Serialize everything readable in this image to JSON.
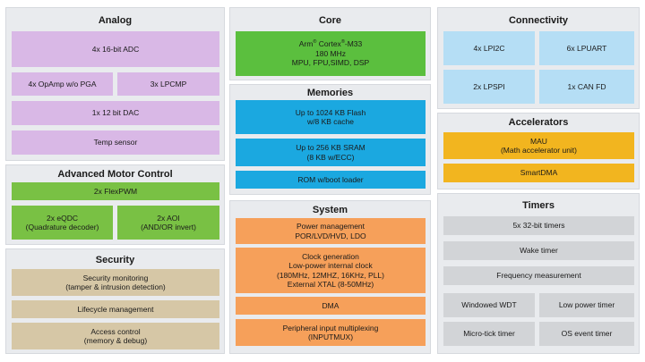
{
  "analog": {
    "title": "Analog",
    "adc": "4x 16-bit ADC",
    "opamp": "4x OpAmp w/o PGA",
    "lpcmp": "3x LPCMP",
    "dac": "1x 12 bit DAC",
    "temp": "Temp sensor"
  },
  "motor": {
    "title": "Advanced Motor Control",
    "flexpwm": "2x FlexPWM",
    "eqdc": "2x eQDC\n(Quadrature decoder)",
    "aoi": "2x AOI\n(AND/OR invert)"
  },
  "security": {
    "title": "Security",
    "monitoring": "Security monitoring\n(tamper & intrusion detection)",
    "lifecycle": "Lifecycle management",
    "access": "Access control\n(memory & debug)"
  },
  "core": {
    "title": "Core",
    "arm_prefix": "Arm",
    "reg_mark": "®",
    "cortex": "Cortex",
    "model": "-M33",
    "freq": "180 MHz",
    "features": "MPU, FPU,SIMD, DSP"
  },
  "memories": {
    "title": "Memories",
    "flash": "Up to 1024 KB Flash\nw/8 KB cache",
    "sram": "Up to 256 KB SRAM\n(8 KB w/ECC)",
    "rom": "ROM w/boot loader"
  },
  "system": {
    "title": "System",
    "power": "Power management\nPOR/LVD/HVD, LDO",
    "clock": "Clock generation\nLow-power internal clock\n(180MHz, 12MHZ, 16KHz, PLL)\nExternal XTAL (8-50MHz)",
    "dma": "DMA",
    "inputmux": "Peripheral input multiplexing\n(INPUTMUX)"
  },
  "connectivity": {
    "title": "Connectivity",
    "lpi2c": "4x LPI2C",
    "lpuart": "6x LPUART",
    "lpspi": "2x LPSPI",
    "canfd": "1x CAN FD"
  },
  "accelerators": {
    "title": "Accelerators",
    "mau": "MAU\n(Math accelerator unit)",
    "smartdma": "SmartDMA"
  },
  "timers": {
    "title": "Timers",
    "t32": "5x 32-bit timers",
    "wake": "Wake timer",
    "freq": "Frequency measurement",
    "wdt": "Windowed WDT",
    "lowpower": "Low power timer",
    "microtick": "Micro-tick timer",
    "osevent": "OS event timer"
  }
}
